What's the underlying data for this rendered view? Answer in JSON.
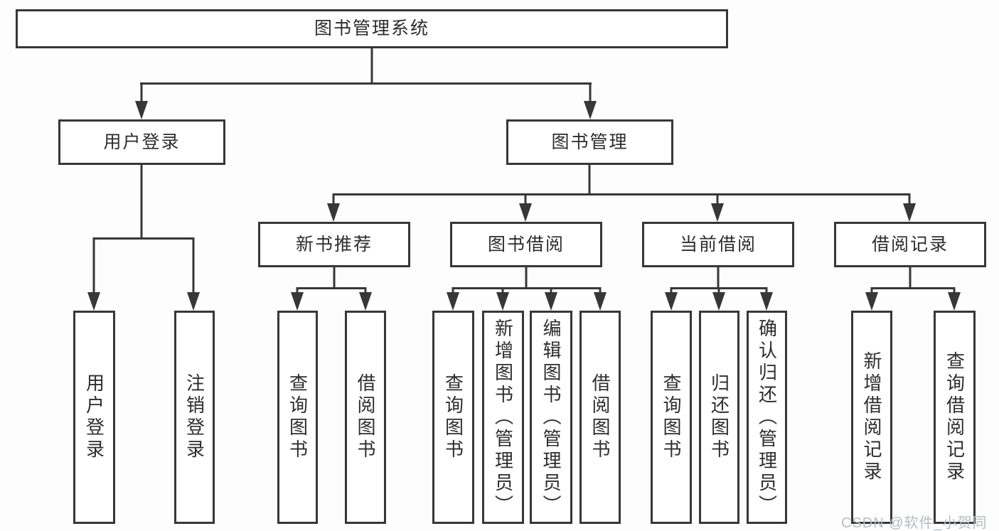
{
  "root": {
    "label": "图书管理系统"
  },
  "branches": [
    {
      "label": "用户登录",
      "children_labels": [
        "用户登录",
        "注销登录"
      ]
    },
    {
      "label": "图书管理",
      "sections": [
        {
          "label": "新书推荐",
          "children": [
            "查询图书",
            "借阅图书"
          ]
        },
        {
          "label": "图书借阅",
          "children": [
            "查询图书",
            "新增图书（管理员）",
            "编辑图书（管理员）",
            "借阅图书"
          ]
        },
        {
          "label": "当前借阅",
          "children": [
            "查询图书",
            "归还图书",
            "确认归还（管理员）"
          ]
        },
        {
          "label": "借阅记录",
          "children": [
            "新增借阅记录",
            "查询借阅记录"
          ]
        }
      ]
    }
  ],
  "watermark": "CSDN @软件_小贺同学",
  "colors": {
    "line": "#373737",
    "text": "#2d2d2d",
    "box_background": "#ffffff",
    "page_background": "#fdfdfd",
    "watermark": "#b7bbc2"
  }
}
